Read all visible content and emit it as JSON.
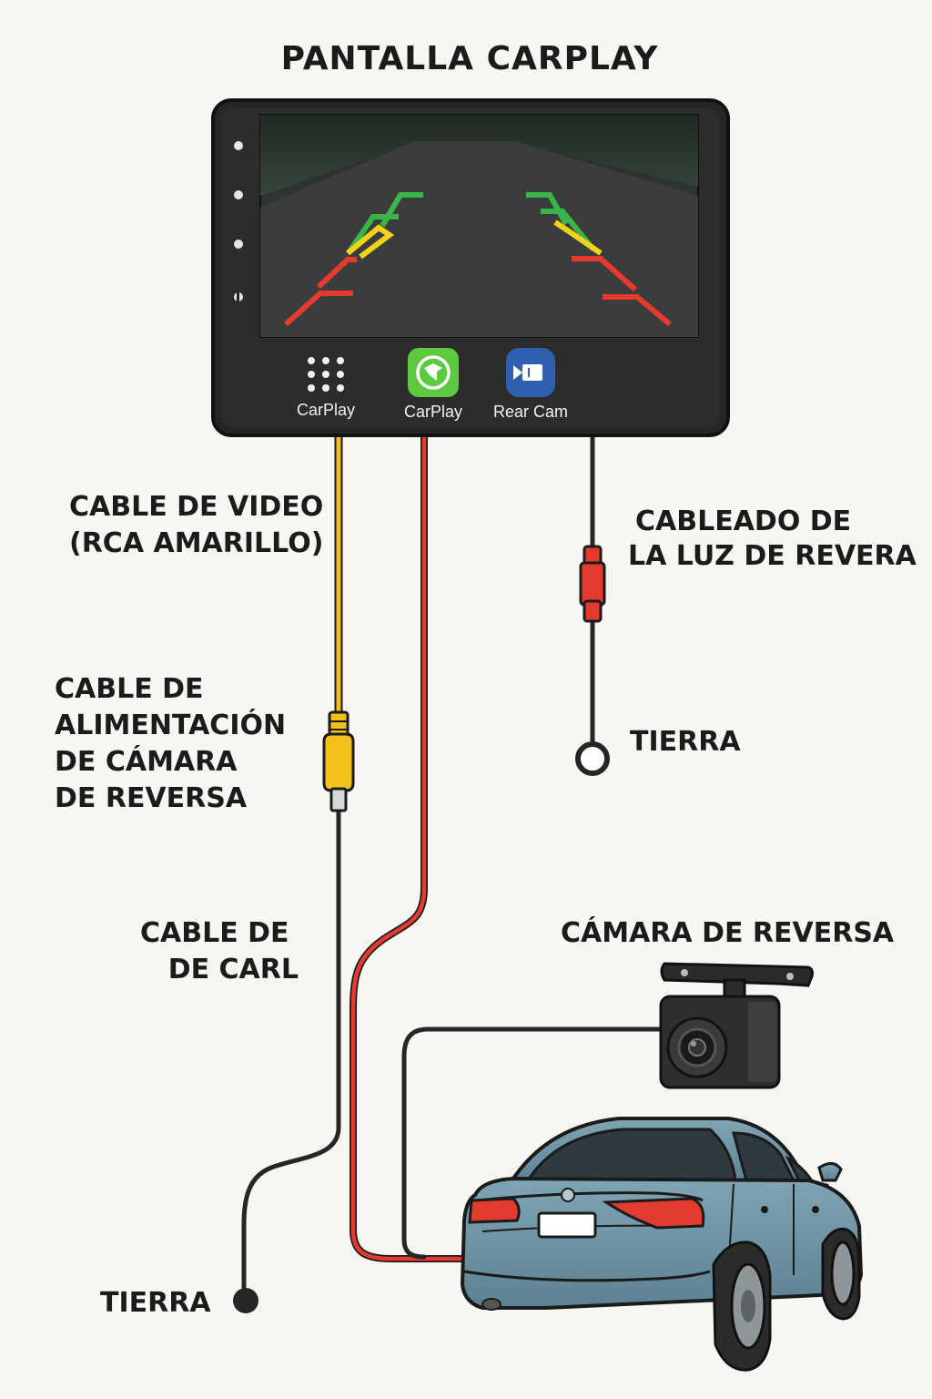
{
  "title": "PANTALLA CARPLAY",
  "screen": {
    "apps": [
      {
        "label": "CarPlay",
        "icon": "grid-icon"
      },
      {
        "label": "CarPlay",
        "icon": "carplay-icon"
      },
      {
        "label": "Rear Cam",
        "icon": "camera-icon"
      }
    ]
  },
  "labels": {
    "video_cable": [
      "CABLE DE VIDEO",
      "(RCA AMARILLO)"
    ],
    "reverse_light": [
      "CABLEADO DE",
      "LA LUZ DE REVERA"
    ],
    "ground_right": "TIERRA",
    "camera_power": [
      "CABLE DE",
      "ALIMENTACIÓN",
      "DE CÁMARA",
      "DE REVERSA"
    ],
    "carl_cable": [
      "CABLE DE",
      "DE CARL"
    ],
    "camera": "CÁMARA DE REVERSA",
    "ground_left": "TIERRA"
  },
  "colors": {
    "video_wire": "#f2c21b",
    "power_wire": "#e53a2e",
    "ground_wire": "#262626",
    "car_body": "#6e95a6",
    "guide_green": "#39b54a",
    "guide_yellow": "#f2d21b",
    "guide_red": "#e53a2e"
  }
}
